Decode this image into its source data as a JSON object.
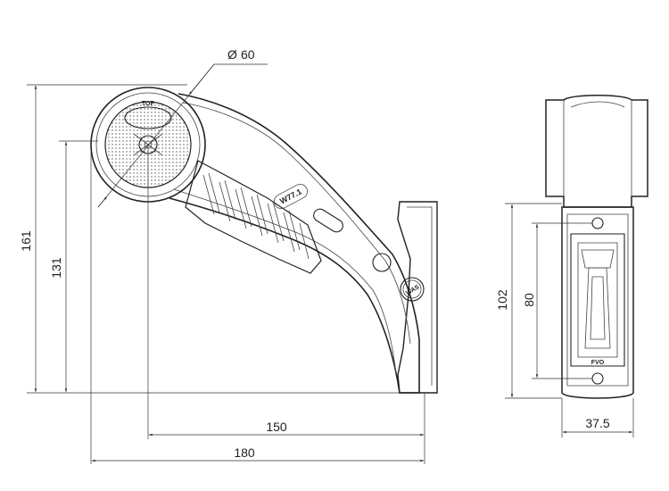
{
  "drawing": {
    "dimensions": {
      "diameter": "60",
      "diameter_symbol": "Ø",
      "height_total": "161",
      "height_inner": "131",
      "width_inner": "150",
      "width_total": "180",
      "side_height": "102",
      "side_hole_spacing": "80",
      "side_width": "37.5"
    },
    "labels": {
      "model_code": "W77.1",
      "top_mark": "TOP",
      "brand_side": "FVO",
      "brand_round": "WAS"
    }
  }
}
